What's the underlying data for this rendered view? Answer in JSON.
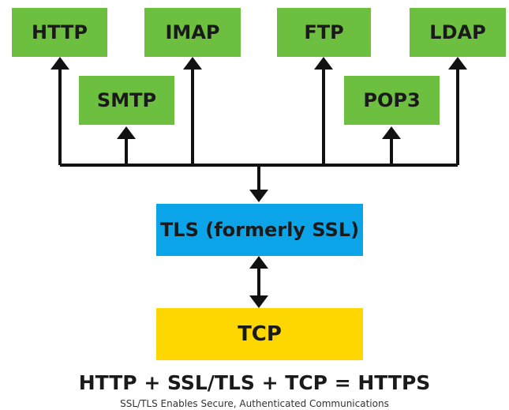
{
  "protocols": {
    "http": "HTTP",
    "imap": "IMAP",
    "ftp": "FTP",
    "ldap": "LDAP",
    "smtp": "SMTP",
    "pop3": "POP3"
  },
  "tls_label": "TLS (formerly SSL)",
  "tcp_label": "TCP",
  "equation": "HTTP + SSL/TLS + TCP = HTTPS",
  "caption": "SSL/TLS Enables Secure, Authenticated Communications",
  "colors": {
    "protocol_box": "#6cbf3f",
    "tls_box": "#0ba4e8",
    "tcp_box": "#ffd700",
    "connector": "#111111"
  }
}
